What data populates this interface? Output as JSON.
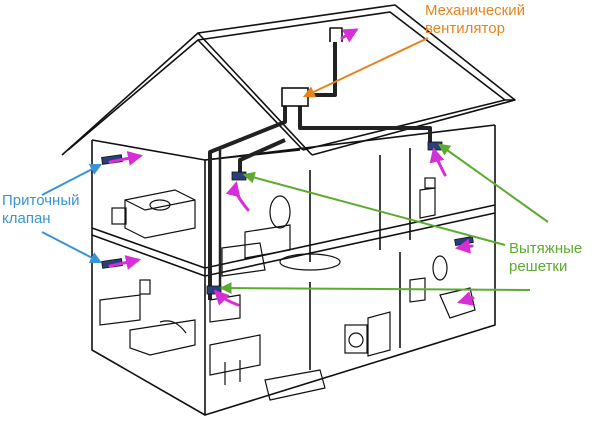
{
  "labels": {
    "fan": {
      "line1": "Механический",
      "line2": "вентилятор",
      "color": "#e8821b"
    },
    "intake": {
      "line1": "Приточный",
      "line2": "клапан",
      "color": "#3b93d6"
    },
    "exhaust": {
      "line1": "Вытяжные",
      "line2": "решетки",
      "color": "#5cab2e"
    }
  },
  "colors": {
    "airflow": "#d62fd6",
    "duct": "#222222",
    "outline": "#111111"
  }
}
